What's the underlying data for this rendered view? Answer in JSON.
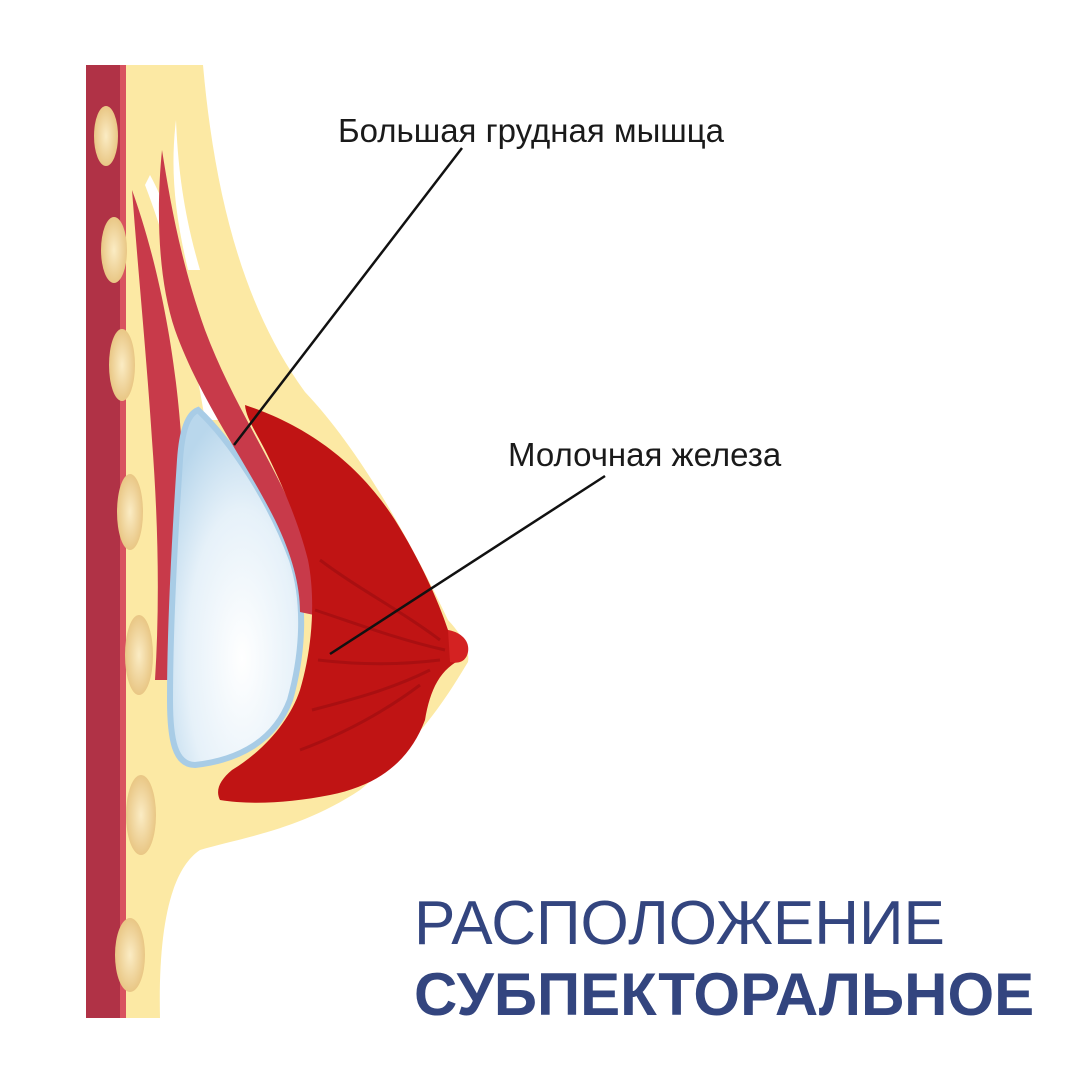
{
  "labels": {
    "pectoral_muscle": "Большая грудная мышца",
    "mammary_gland": "Молочная железа"
  },
  "caption": {
    "line1": "РАСПОЛОЖЕНИЕ",
    "line2": "СУБПЕКТОРАЛЬНОЕ"
  },
  "colors": {
    "caption": "#33457f",
    "fat": "#fce9a4",
    "gland": "#c01414",
    "muscle": "#c83a4a",
    "rib": "#efd08e",
    "implant": "#d8e9f5",
    "implant_edge": "#a8cce6",
    "leader_line": "#111111"
  }
}
